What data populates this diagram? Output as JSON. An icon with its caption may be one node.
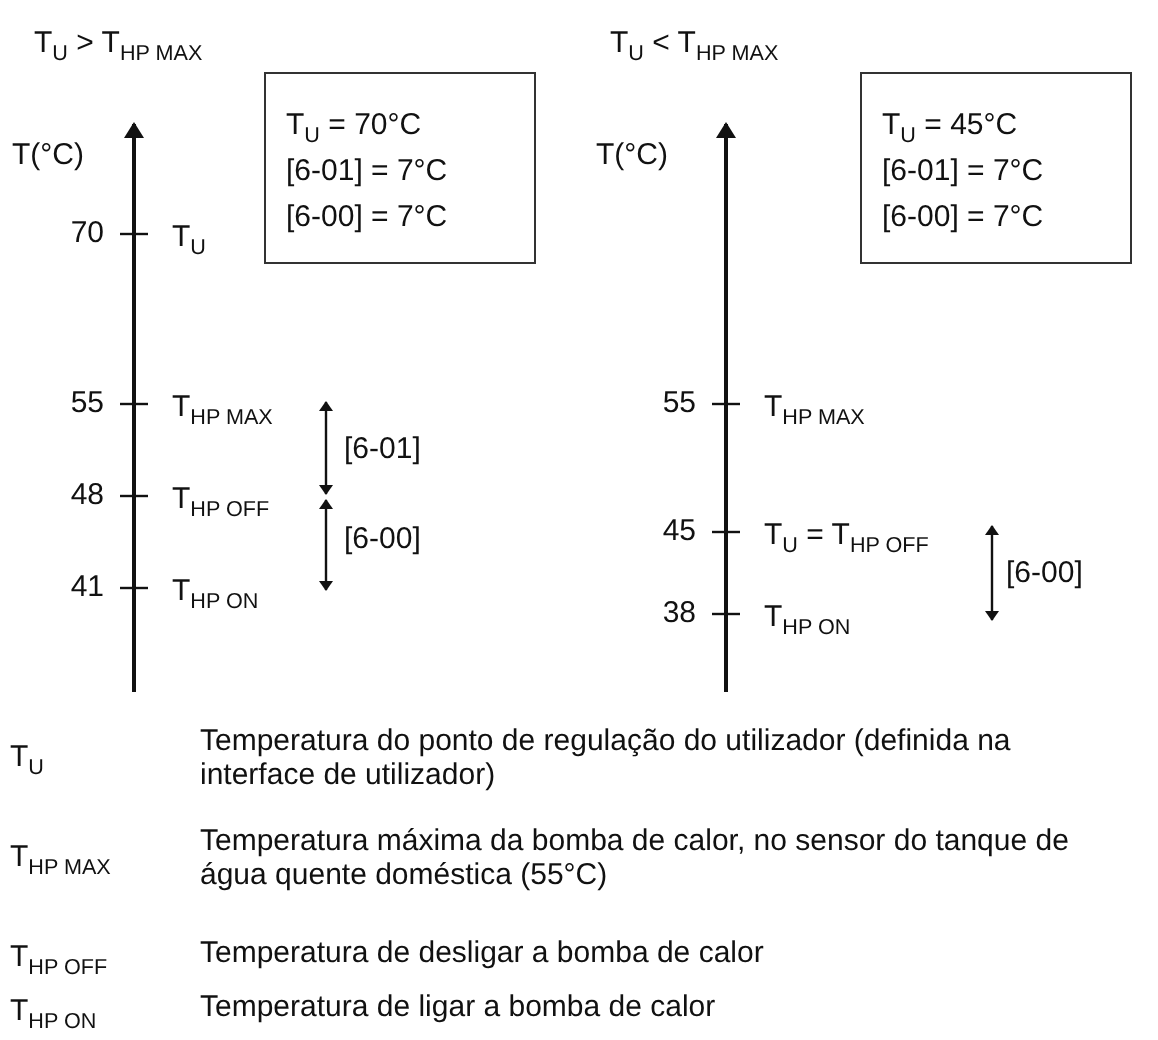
{
  "diagram": {
    "nodes": [
      {
        "text": [
          "T$_{U}$ = 70°C",
          "[6-01] = 7°C",
          "[6-00] = 7°C"
        ]
      },
      {
        "text": [
          "T$_{U}$ = 45°C",
          "[6-01] = 7°C",
          "[6-00] = 7°C"
        ]
      }
    ],
    "edges": [],
    "labels": [
      "T$_{U}$ > T$_{HP MAX}$",
      "T(°C)",
      "70",
      "T$_{U}$",
      "55",
      "T$_{HP MAX}$",
      "[6-01]",
      "48",
      "T$_{HP OFF}$",
      "[6-00]",
      "41",
      "T$_{HP ON}$",
      "T$_{U}$ < T$_{HP MAX}$",
      "T(°C)",
      "55",
      "T$_{HP MAX}$",
      "45",
      "T$_{U}$ = T$_{HP OFF}$",
      "[6-00]",
      "38",
      "T$_{HP ON}$",
      "T$_{U}$",
      "Temperatura do ponto de regulação do utilizador (definida na interface de utilizador)",
      "T$_{HP MAX}$",
      "Temperatura máxima da bomba de calor, no sensor do tanque de água quente doméstica (55°C)",
      "T$_{HP OFF}$",
      "Temperatura de desligar a bomba de calor",
      "T$_{HP ON}$",
      "Temperatura de ligar a bomba de calor"
    ]
  }
}
